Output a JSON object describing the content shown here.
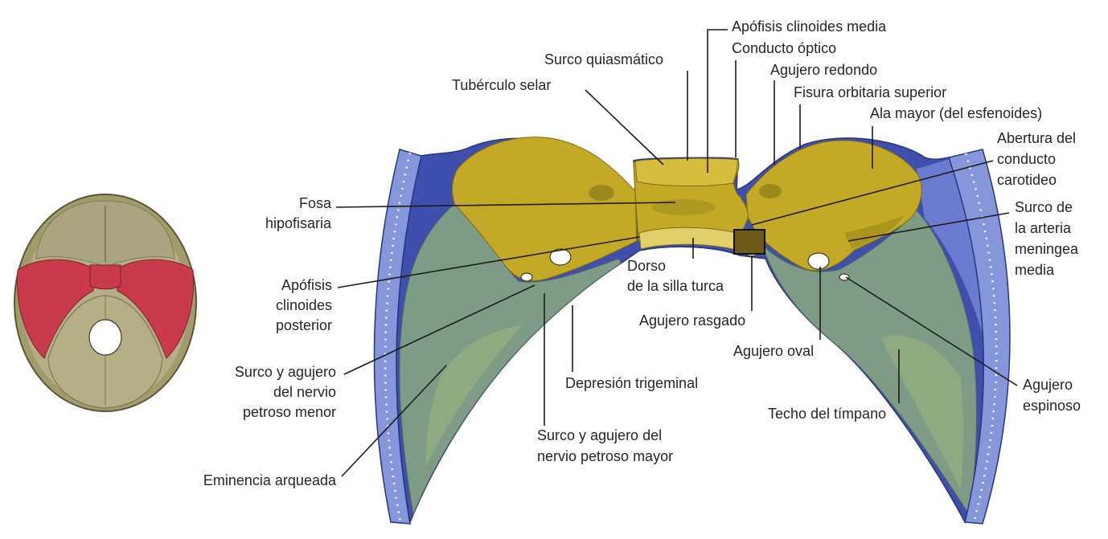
{
  "labels": {
    "apofisis_clinoides_media": [
      "Apófisis clinoides media"
    ],
    "conducto_optico": [
      "Conducto óptico"
    ],
    "surco_quiasmatico": [
      "Surco quiasmático"
    ],
    "agujero_redondo": [
      "Agujero redondo"
    ],
    "tuberculo_selar": [
      "Tubérculo selar"
    ],
    "fisura_orbitaria_superior": [
      "Fisura orbitaria superior"
    ],
    "ala_mayor": [
      "Ala mayor (del esfenoides)"
    ],
    "abertura_conducto_carotideo": [
      "Abertura del",
      "conducto",
      "carotideo"
    ],
    "surco_arteria_meningea_media": [
      "Surco de",
      "la arteria",
      "meningea",
      "media"
    ],
    "fosa_hipofisaria": [
      "Fosa",
      "hipofisaria"
    ],
    "apofisis_clinoides_posterior": [
      "Apófisis",
      "clinoides",
      "posterior"
    ],
    "dorso_silla_turca": [
      "Dorso",
      "de la silla turca"
    ],
    "agujero_rasgado": [
      "Agujero rasgado"
    ],
    "surco_nervio_petroso_menor": [
      "Surco y agujero",
      "del nervio",
      "petroso menor"
    ],
    "depresion_trigeminal": [
      "Depresión trigeminal"
    ],
    "agujero_oval": [
      "Agujero oval"
    ],
    "surco_nervio_petroso_mayor": [
      "Surco y agujero del",
      "nervio petroso mayor"
    ],
    "techo_timpano": [
      "Techo del tímpano"
    ],
    "agujero_espinoso": [
      "Agujero",
      "espinoso"
    ],
    "eminencia_arqueada": [
      "Eminencia arqueada"
    ]
  },
  "colors": {
    "dura_blue": "#3e4fae",
    "dura_blue_light": "#6b7bd0",
    "band_blue": "#8596da",
    "temporal_green": "#7e9b86",
    "temporal_green_light": "#93ad7f",
    "sphenoid_yellow": "#c3a925",
    "sphenoid_light": "#d6bd3e",
    "dorsum_light": "#e2cf6a",
    "sphenoid_shadow": "#8c7a18",
    "skull_rim": "#a29c6c",
    "skull_fill": "#b6af85",
    "skull_anterior": "#aaa57e",
    "middle_fossa_red": "#c93a4c"
  }
}
